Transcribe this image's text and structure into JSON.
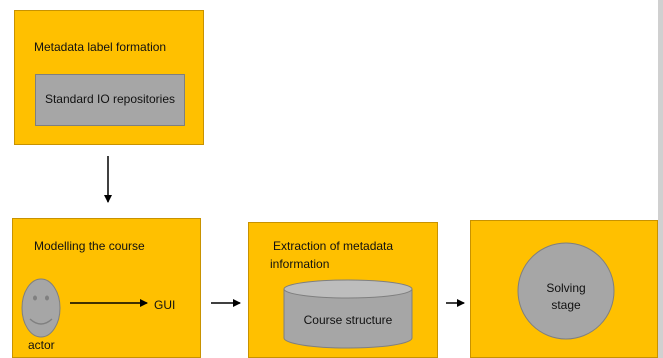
{
  "diagram": {
    "top_box": {
      "title": "Metadata label formation",
      "inner_label": "Standard IO repositories"
    },
    "box_modelling": {
      "title": "Modelling the course",
      "actor_label": "actor",
      "gui_label": "GUI"
    },
    "box_extraction": {
      "title_line1": "Extraction of metadata",
      "title_line2": "information",
      "cylinder_label": "Course structure"
    },
    "box_solving": {
      "circle_line1": "Solving",
      "circle_line2": "stage"
    },
    "colors": {
      "box_fill": "#ffc000",
      "shape_fill": "#a6a6a6",
      "arrow": "#000000"
    }
  }
}
